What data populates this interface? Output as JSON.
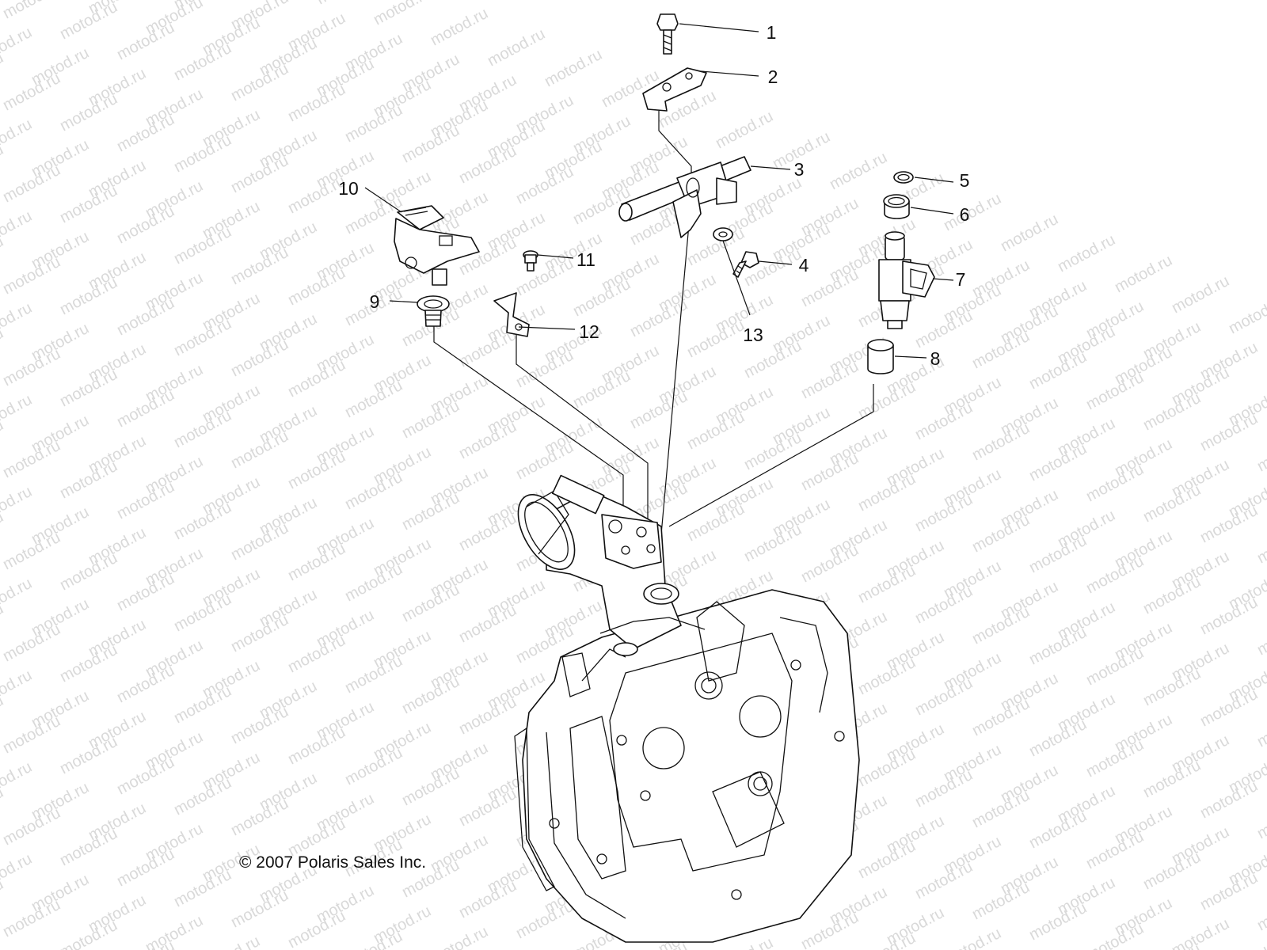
{
  "watermark": {
    "text": "motod.ru"
  },
  "copyright": "© 2007 Polaris Sales Inc.",
  "callouts": [
    {
      "id": "c1",
      "label": "1"
    },
    {
      "id": "c2",
      "label": "2"
    },
    {
      "id": "c3",
      "label": "3"
    },
    {
      "id": "c4",
      "label": "4"
    },
    {
      "id": "c5",
      "label": "5"
    },
    {
      "id": "c6",
      "label": "6"
    },
    {
      "id": "c7",
      "label": "7"
    },
    {
      "id": "c8",
      "label": "8"
    },
    {
      "id": "c9",
      "label": "9"
    },
    {
      "id": "c10",
      "label": "10"
    },
    {
      "id": "c11",
      "label": "11"
    },
    {
      "id": "c12",
      "label": "12"
    },
    {
      "id": "c13",
      "label": "13"
    }
  ]
}
